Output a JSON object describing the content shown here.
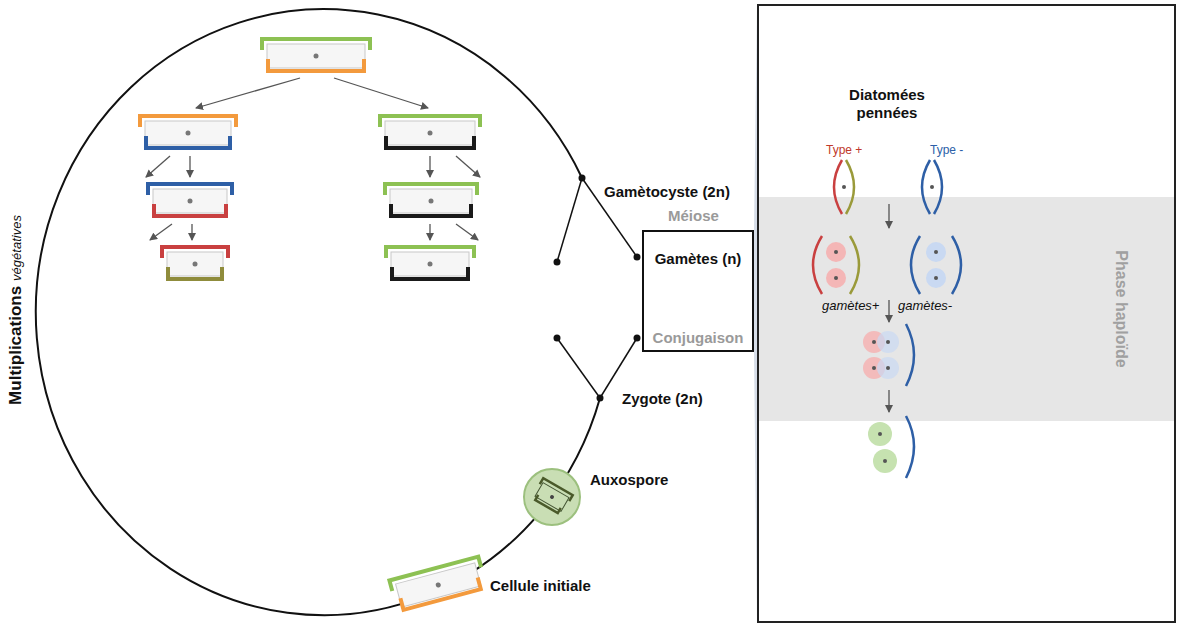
{
  "diagram": {
    "nodes": [
      {
        "text": [
          "Gamètes (n)",
          "Conjugaison"
        ]
      },
      {
        "text": [
          "Diatomées pennées",
          "Type +",
          "Type -"
        ]
      },
      {
        "text": [
          "Phase haploïde",
          "gamètes+",
          "gamètes-"
        ],
        "in": 1
      }
    ],
    "labels": [
      "Multiplications",
      "végétatives",
      "Gamètocyste (2n)",
      "Méiose",
      "Zygote (2n)",
      "Auxospore",
      "Cellule initiale"
    ]
  }
}
